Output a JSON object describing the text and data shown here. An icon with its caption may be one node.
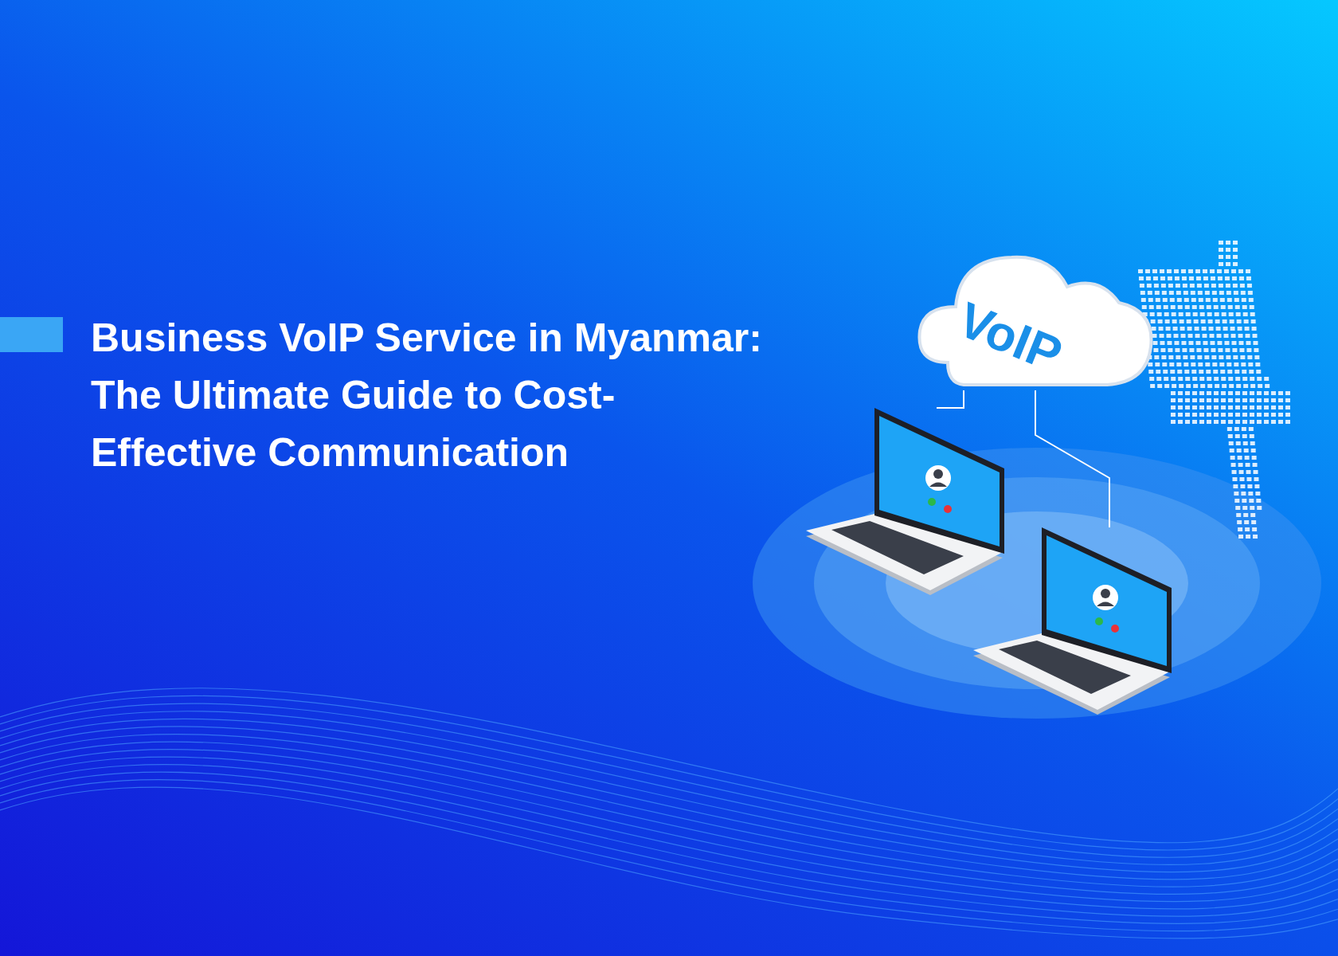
{
  "diagram": {
    "title": "Business VoIP Service in Myanmar: The Ultimate Guide to Cost-Effective Communication",
    "nodes": [
      {
        "text": [
          "VoIP"
        ]
      },
      {
        "text": [],
        "shape": "picture"
      },
      {
        "text": [],
        "shape": "picture"
      }
    ],
    "edges": [
      {
        "from": 0,
        "to": 1,
        "arrow": "none"
      },
      {
        "from": 0,
        "to": 2,
        "arrow": "none"
      }
    ]
  }
}
